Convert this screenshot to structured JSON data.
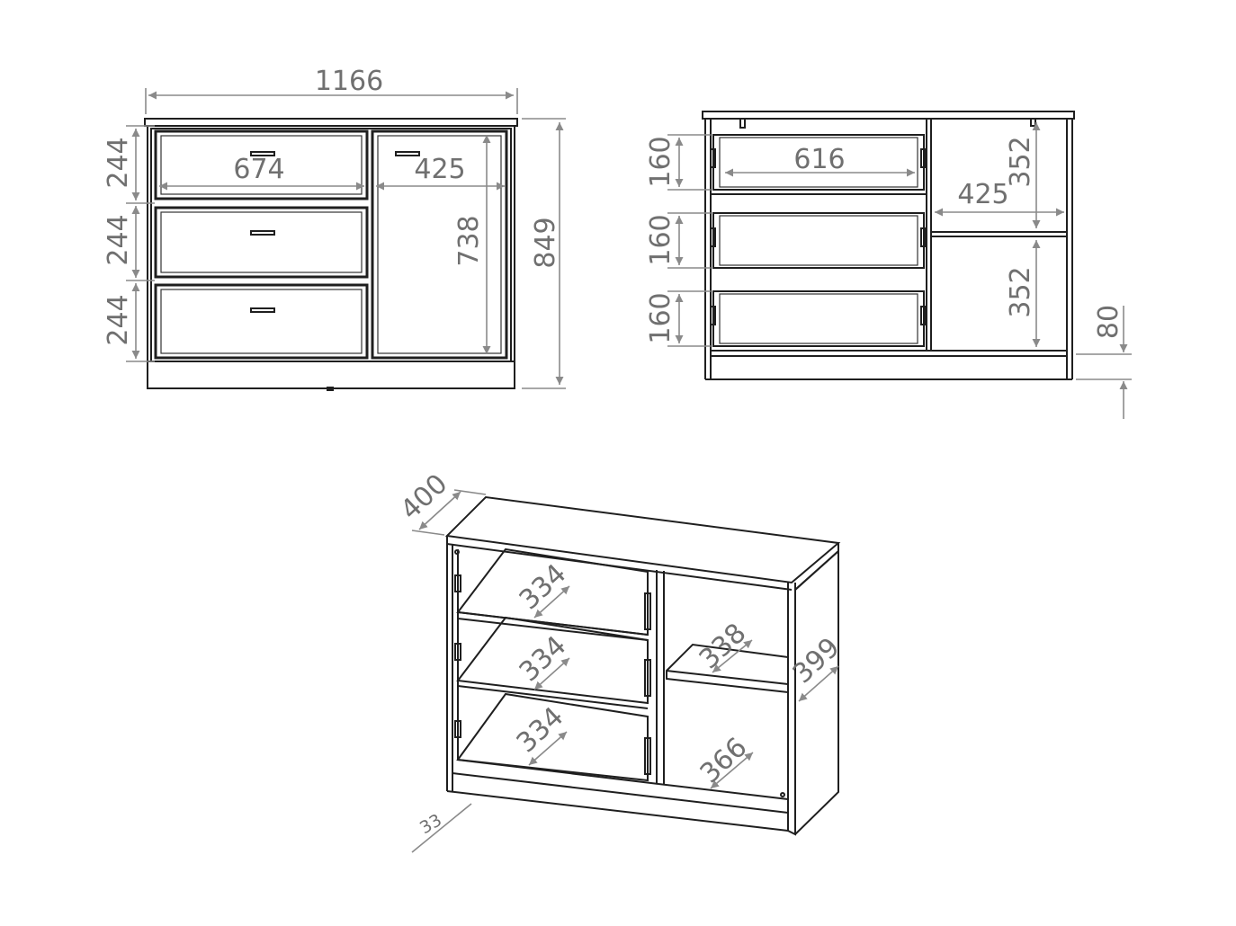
{
  "front_view": {
    "width_label": "1166",
    "height_label": "849",
    "drawer_heights": [
      "244",
      "244",
      "244"
    ],
    "drawer_width_label": "674",
    "door_width_label": "425",
    "door_height_label": "738"
  },
  "open_view": {
    "drawer_width_label": "616",
    "drawer_heights": [
      "160",
      "160",
      "160"
    ],
    "cabinet_width_label": "425",
    "compartment_heights": [
      "352",
      "352"
    ],
    "plinth_label": "80"
  },
  "perspective_view": {
    "depth_label": "400",
    "drawer_depths": [
      "334",
      "334",
      "334"
    ],
    "shelf_depth_label": "338",
    "bottom_depth_label": "366",
    "side_depth_label": "399",
    "thickness_label": "33"
  }
}
